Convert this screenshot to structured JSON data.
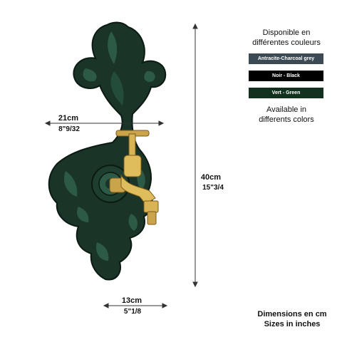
{
  "header": {
    "fr_line1": "Disponible en",
    "fr_line2": "différentes couleurs",
    "en_line1": "Available in",
    "en_line2": "differents colors"
  },
  "colors": [
    {
      "label": "Antracite-Charcoal grey",
      "hex": "#3b4a55"
    },
    {
      "label": "Noir  -  Black",
      "hex": "#000000"
    },
    {
      "label": "Vert  -  Green",
      "hex": "#12321f"
    }
  ],
  "dimensions": {
    "width_top_cm": "21cm",
    "width_top_in": "8\"9/32",
    "height_cm": "40cm",
    "height_in": "15\"3/4",
    "width_bottom_cm": "13cm",
    "width_bottom_in": "5\"1/8"
  },
  "footer": {
    "line1": "Dimensions en cm",
    "line2": "Sizes in inches"
  }
}
